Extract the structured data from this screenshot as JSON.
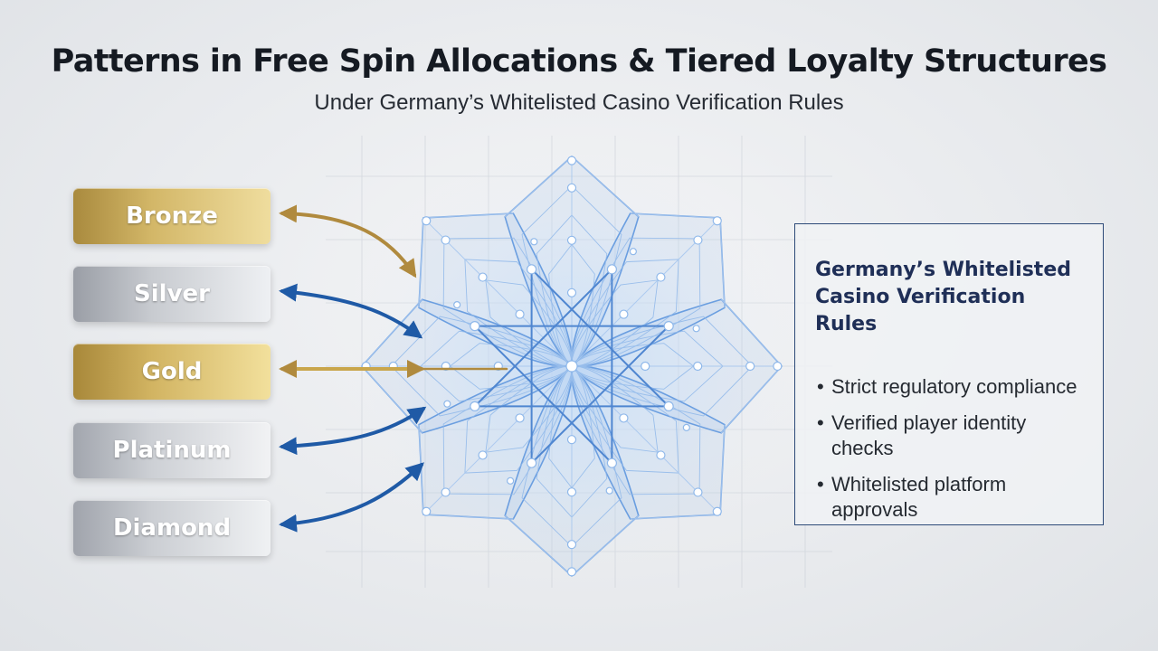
{
  "header": {
    "title": "Patterns in Free Spin Allocations & Tiered Loyalty Structures",
    "subtitle": "Under Germany’s Whitelisted Casino Verification Rules"
  },
  "tiers": [
    {
      "label": "Bronze",
      "color": "#d3b768"
    },
    {
      "label": "Silver",
      "color": "#c8cbd0"
    },
    {
      "label": "Gold",
      "color": "#d2b462"
    },
    {
      "label": "Platinum",
      "color": "#cdd0d5"
    },
    {
      "label": "Diamond",
      "color": "#cbced3"
    }
  ],
  "rules_panel": {
    "title": "Germany’s Whitelisted Casino Verification Rules",
    "items": [
      "Strict regulatory compliance",
      "Verified player identity checks",
      "Whitelisted platform approvals"
    ]
  },
  "colors": {
    "accent_blue": "#1f5aa6",
    "accent_gold": "#b08a3e",
    "panel_border": "#2d4a78"
  }
}
